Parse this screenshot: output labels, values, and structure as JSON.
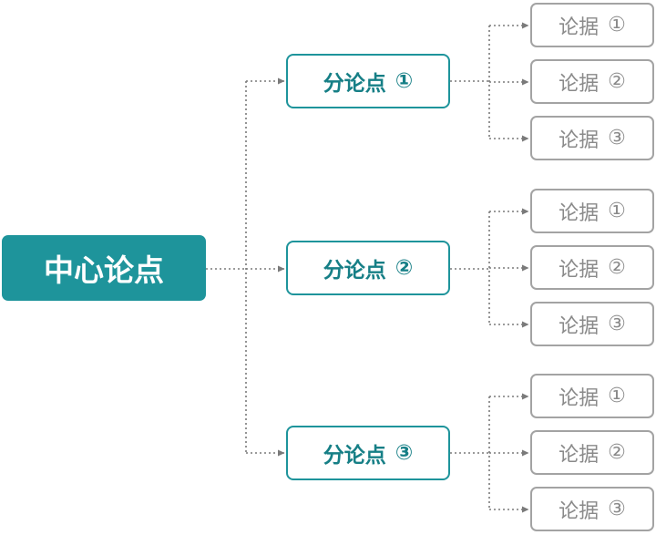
{
  "colors": {
    "accent": "#1e949b",
    "accent_text": "#167f86",
    "evidence_border": "#a3a3a3",
    "evidence_text": "#8a8a8a",
    "connector": "#7a7a7a"
  },
  "central": {
    "label": "中心论点"
  },
  "branches": [
    {
      "label": "分论点",
      "marker": "①",
      "evidence": [
        {
          "label": "论据",
          "marker": "①"
        },
        {
          "label": "论据",
          "marker": "②"
        },
        {
          "label": "论据",
          "marker": "③"
        }
      ]
    },
    {
      "label": "分论点",
      "marker": "②",
      "evidence": [
        {
          "label": "论据",
          "marker": "①"
        },
        {
          "label": "论据",
          "marker": "②"
        },
        {
          "label": "论据",
          "marker": "③"
        }
      ]
    },
    {
      "label": "分论点",
      "marker": "③",
      "evidence": [
        {
          "label": "论据",
          "marker": "①"
        },
        {
          "label": "论据",
          "marker": "②"
        },
        {
          "label": "论据",
          "marker": "③"
        }
      ]
    }
  ]
}
